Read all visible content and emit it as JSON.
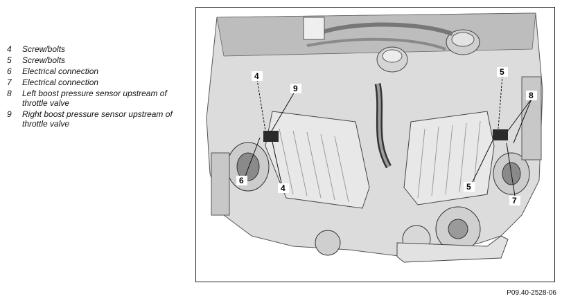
{
  "legend": [
    {
      "num": "4",
      "text": "Screw/bolts"
    },
    {
      "num": "5",
      "text": "Screw/bolts"
    },
    {
      "num": "6",
      "text": "Electrical connection"
    },
    {
      "num": "7",
      "text": "Electrical connection"
    },
    {
      "num": "8",
      "text": "Left boost pressure sensor upstream of throttle valve"
    },
    {
      "num": "9",
      "text": "Right boost pressure sensor upstream of throttle valve"
    }
  ],
  "callouts": {
    "c4_top": "4",
    "c9": "9",
    "c6": "6",
    "c4_bottom": "4",
    "c5_top": "5",
    "c8": "8",
    "c5_bottom": "5",
    "c7": "7"
  },
  "figure_code": "P09.40-2528-06"
}
